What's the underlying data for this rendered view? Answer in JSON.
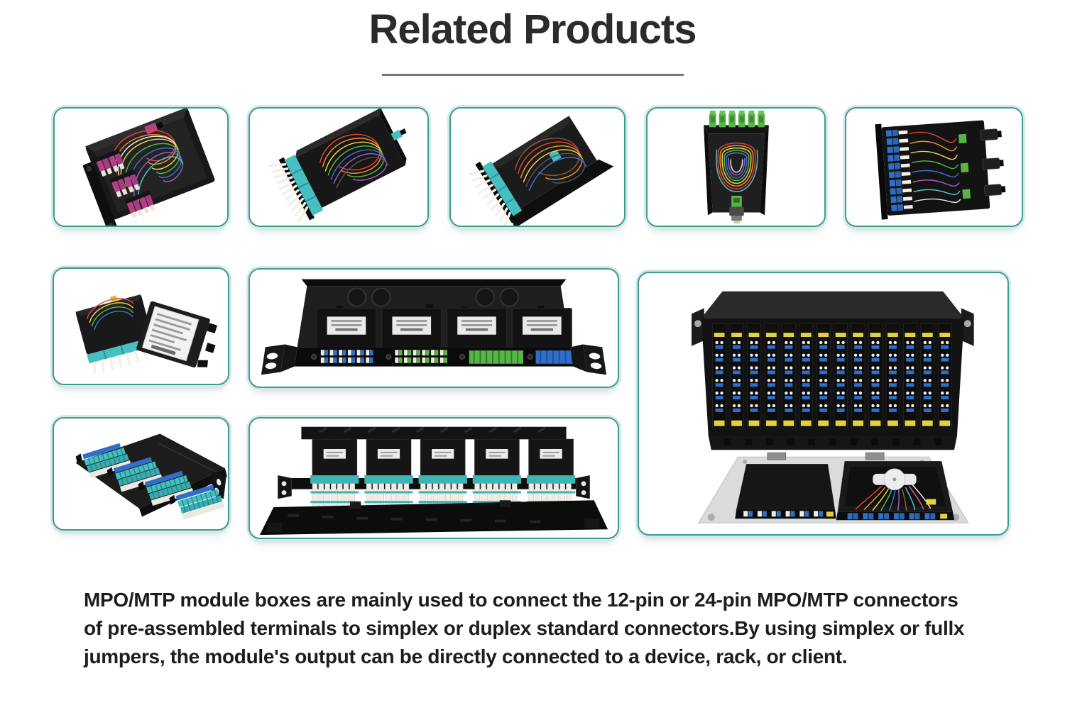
{
  "header": {
    "title": "Related Products"
  },
  "theme": {
    "card_border": "#3f9a90",
    "card_halo": "#d4eae7",
    "title_color": "#2b2b2b",
    "underline_color": "#777777",
    "body_text_color": "#1d1d1d",
    "background": "#ffffff",
    "aqua_connector": "#45bfc0",
    "blue_connector": "#2f6fc8",
    "green_connector": "#57b447",
    "magenta_connector": "#b5408a",
    "yellow_label": "#e6d23c"
  },
  "products": [
    {
      "id": "p1",
      "label": "open module box with magenta duplex connectors and fiber loops"
    },
    {
      "id": "p2",
      "label": "MPO cassette with aqua LC adapter strip and white pigtail caps"
    },
    {
      "id": "p3",
      "label": "angled MPO cassette with aqua LC adapters on tray"
    },
    {
      "id": "p4",
      "label": "module box with six green SC APC connectors and MPO tail"
    },
    {
      "id": "p5",
      "label": "module box with blue LC adapters and three MPO ports"
    },
    {
      "id": "p6",
      "label": "two stacked MPO cassettes, one flipped showing spec label"
    },
    {
      "id": "p7",
      "label": "1U rack drawer with aqua LC adapter banks"
    },
    {
      "id": "p8",
      "label": "1U open rack enclosure with four labeled MPO modules"
    },
    {
      "id": "p9",
      "label": "rack bracket holding five aqua LC adapter modules"
    },
    {
      "id": "p10",
      "label": "4U chassis with vertical LC module slots and opened fiber tray"
    }
  ],
  "description": {
    "lines": [
      "MPO/MTP module boxes are mainly used to connect the 12-pin or 24-pin MPO/MTP connectors",
      "of pre-assembled terminals to simplex or duplex standard connectors.By using simplex or fullx",
      "jumpers, the module's output can be directly connected to a device, rack, or client."
    ]
  }
}
